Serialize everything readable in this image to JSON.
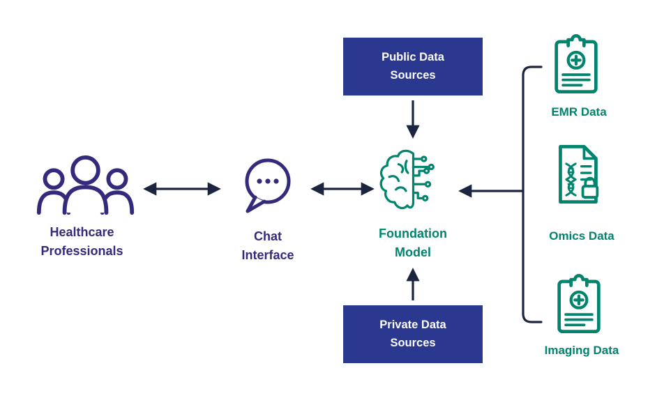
{
  "diagram": {
    "type": "flow-diagram",
    "description": "Healthcare foundation model architecture diagram",
    "colors": {
      "purple": "#332a7c",
      "navy_box": "#2a3890",
      "teal": "#00846e",
      "arrow": "#1c2440",
      "background": "#ffffff",
      "box_text": "#ffffff"
    },
    "nodes": {
      "healthcare_professionals": {
        "line1": "Healthcare",
        "line2": "Professionals",
        "icon": "people-icon"
      },
      "chat_interface": {
        "line1": "Chat",
        "line2": "Interface",
        "icon": "chat-bubble-icon"
      },
      "foundation_model": {
        "line1": "Foundation",
        "line2": "Model",
        "icon": "brain-circuit-icon"
      },
      "public_data_sources": {
        "line1": "Public Data",
        "line2": "Sources"
      },
      "private_data_sources": {
        "line1": "Private Data",
        "line2": "Sources"
      },
      "emr_data": {
        "label": "EMR Data",
        "icon": "clipboard-medical-icon"
      },
      "omics_data": {
        "label": "Omics Data",
        "icon": "dna-document-lock-icon"
      },
      "imaging_data": {
        "label": "Imaging Data",
        "icon": "clipboard-medical-icon"
      }
    },
    "edges": [
      {
        "from": "healthcare_professionals",
        "to": "chat_interface",
        "direction": "bidirectional"
      },
      {
        "from": "chat_interface",
        "to": "foundation_model",
        "direction": "bidirectional"
      },
      {
        "from": "public_data_sources",
        "to": "foundation_model",
        "direction": "down"
      },
      {
        "from": "private_data_sources",
        "to": "foundation_model",
        "direction": "up"
      },
      {
        "from": "data_bracket",
        "to": "foundation_model",
        "direction": "left",
        "groups": [
          "emr_data",
          "omics_data",
          "imaging_data"
        ]
      }
    ]
  }
}
